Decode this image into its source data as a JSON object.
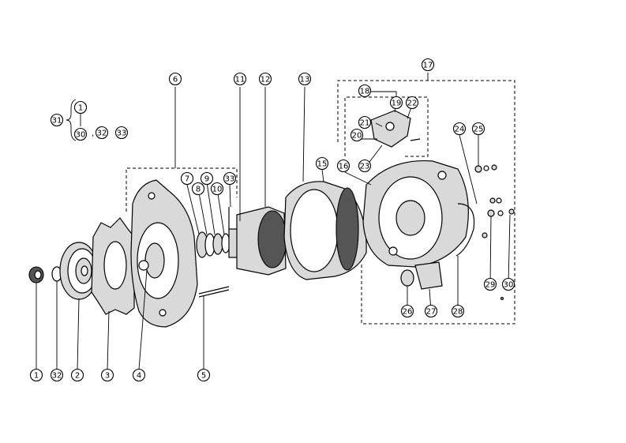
{
  "callouts": [
    {
      "id": "c1",
      "text": "1"
    },
    {
      "id": "c2",
      "text": "2"
    },
    {
      "id": "c3",
      "text": "3"
    },
    {
      "id": "c4",
      "text": "4"
    },
    {
      "id": "c5",
      "text": "5"
    },
    {
      "id": "c6",
      "text": "6"
    },
    {
      "id": "c7",
      "text": "7"
    },
    {
      "id": "c8",
      "text": "8"
    },
    {
      "id": "c9",
      "text": "9"
    },
    {
      "id": "c10",
      "text": "10"
    },
    {
      "id": "c11",
      "text": "11"
    },
    {
      "id": "c12",
      "text": "12"
    },
    {
      "id": "c13",
      "text": "13"
    },
    {
      "id": "c15",
      "text": "15"
    },
    {
      "id": "c16",
      "text": "16"
    },
    {
      "id": "c17",
      "text": "17"
    },
    {
      "id": "c18",
      "text": "18"
    },
    {
      "id": "c19",
      "text": "19"
    },
    {
      "id": "c20",
      "text": "20"
    },
    {
      "id": "c21",
      "text": "21"
    },
    {
      "id": "c22",
      "text": "22"
    },
    {
      "id": "c23",
      "text": "23"
    },
    {
      "id": "c24",
      "text": "24"
    },
    {
      "id": "c25",
      "text": "25"
    },
    {
      "id": "c26",
      "text": "26"
    },
    {
      "id": "c27",
      "text": "27"
    },
    {
      "id": "c28",
      "text": "28"
    },
    {
      "id": "c29",
      "text": "29"
    },
    {
      "id": "c30",
      "text": "30"
    },
    {
      "id": "c31",
      "text": "31"
    },
    {
      "id": "c32",
      "text": "32"
    },
    {
      "id": "c33",
      "text": "33"
    },
    {
      "id": "k1",
      "text": "1"
    },
    {
      "id": "k30",
      "text": "30"
    },
    {
      "id": "k32",
      "text": "32"
    },
    {
      "id": "k33",
      "text": "33"
    }
  ],
  "kit_legend": {
    "separator": ","
  }
}
